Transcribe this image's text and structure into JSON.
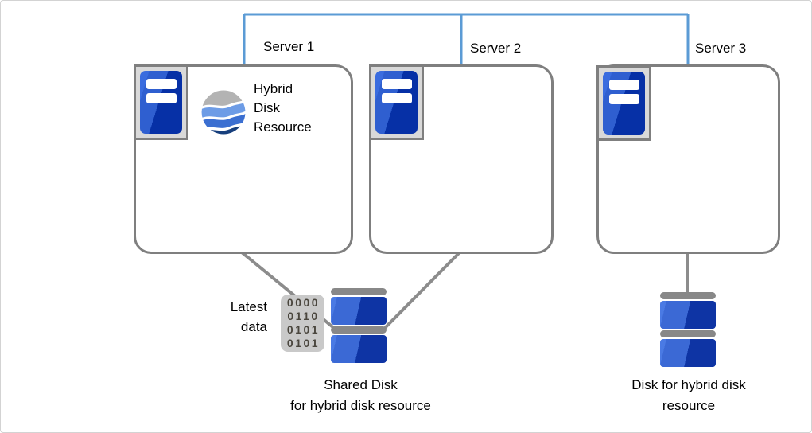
{
  "servers": [
    {
      "label": "Server 1"
    },
    {
      "label": "Server 2"
    },
    {
      "label": "Server 3"
    }
  ],
  "hybrid_resource": {
    "label": "Hybrid Disk Resource",
    "lines": [
      "Hybrid",
      "Disk",
      "Resource"
    ]
  },
  "latest_data": {
    "label": "Latest data",
    "lines": [
      "Latest",
      "data"
    ]
  },
  "binary": {
    "rows": [
      "0000",
      "0110",
      "0101",
      "0101"
    ]
  },
  "shared_disk_label": {
    "label": "Shared Disk for hybrid disk resource",
    "lines": [
      "Shared Disk",
      "for hybrid disk resource"
    ]
  },
  "hybrid_disk_label": {
    "label": "Disk for hybrid disk resource",
    "lines": [
      "Disk for hybrid disk",
      "resource"
    ]
  },
  "icons": {
    "server_icon": "server-tower-icon",
    "shared_disk_icon": "stacked-disk-icon",
    "hybrid_disk_icon": "stacked-disk-icon",
    "binary_icon": "binary-data-icon",
    "hybrid_logo": "wave-sphere-logo-icon"
  },
  "colors": {
    "connector_blue": "#5B9BD5",
    "connector_gray": "#8c8c8c",
    "box_border_gray": "#7f7f7f",
    "icon_frame_fill": "#d9d9d9",
    "server_blue_light": "#2f5fd0",
    "server_blue_dark": "#0630a6",
    "disk_blue_light": "#3b69d5",
    "disk_blue_dark": "#0e34a4",
    "disk_cap_gray": "#888888",
    "binary_bg": "#c9c9c9",
    "binary_digits": "#4a463e",
    "logo_gray": "#b3b3b3",
    "logo_blue_light": "#6d9ce6",
    "logo_blue_mid": "#3b6fd1",
    "logo_blue_dark": "#173f7d"
  }
}
